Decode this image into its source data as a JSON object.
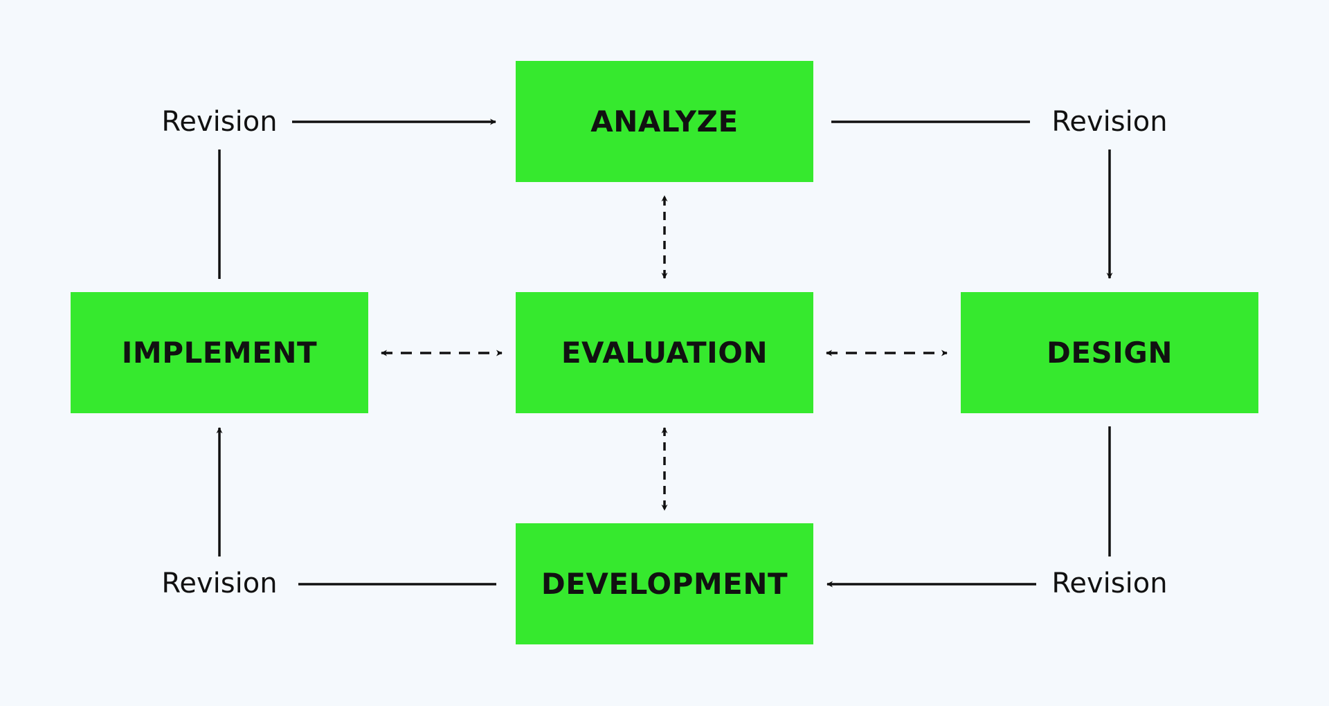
{
  "diagram": {
    "nodes": {
      "analyze": "ANALYZE",
      "design": "DESIGN",
      "development": "DEVELOPMENT",
      "implement": "IMPLEMENT",
      "evaluation": "EVALUATION"
    },
    "revision_labels": {
      "top_left": "Revision",
      "top_right": "Revision",
      "bottom_right": "Revision",
      "bottom_left": "Revision"
    },
    "edges": [
      {
        "from": "implement",
        "to": "analyze",
        "via": "Revision",
        "style": "solid"
      },
      {
        "from": "analyze",
        "to": "design",
        "via": "Revision",
        "style": "solid"
      },
      {
        "from": "design",
        "to": "development",
        "via": "Revision",
        "style": "solid"
      },
      {
        "from": "development",
        "to": "implement",
        "via": "Revision",
        "style": "solid"
      },
      {
        "from": "evaluation",
        "to": "analyze",
        "style": "dashed",
        "bidirectional": true
      },
      {
        "from": "evaluation",
        "to": "design",
        "style": "dashed",
        "bidirectional": true
      },
      {
        "from": "evaluation",
        "to": "development",
        "style": "dashed",
        "bidirectional": true
      },
      {
        "from": "evaluation",
        "to": "implement",
        "style": "dashed",
        "bidirectional": true
      }
    ],
    "colors": {
      "box_fill": "#36e92e",
      "background": "#f5f9fd",
      "line": "#111111"
    }
  }
}
